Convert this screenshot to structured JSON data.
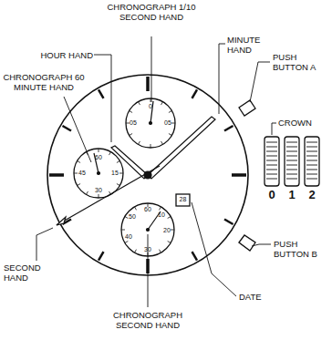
{
  "diagram": {
    "labels": [
      "CHRONOGRAPH 1/10 SECOND HAND",
      "HOUR HAND",
      "CHRONOGRAPH 60 MINUTE HAND",
      "MINUTE HAND",
      "PUSH BUTTON A",
      "CROWN",
      "0",
      "1",
      "2",
      "SECOND HAND",
      "PUSH BUTTON B",
      "DATE",
      "CHRONOGRAPH SECOND HAND",
      "28",
      "0",
      "05",
      "05",
      "60",
      "15",
      "30",
      "45",
      "60",
      "10",
      "20",
      "30",
      "40",
      "50"
    ]
  }
}
